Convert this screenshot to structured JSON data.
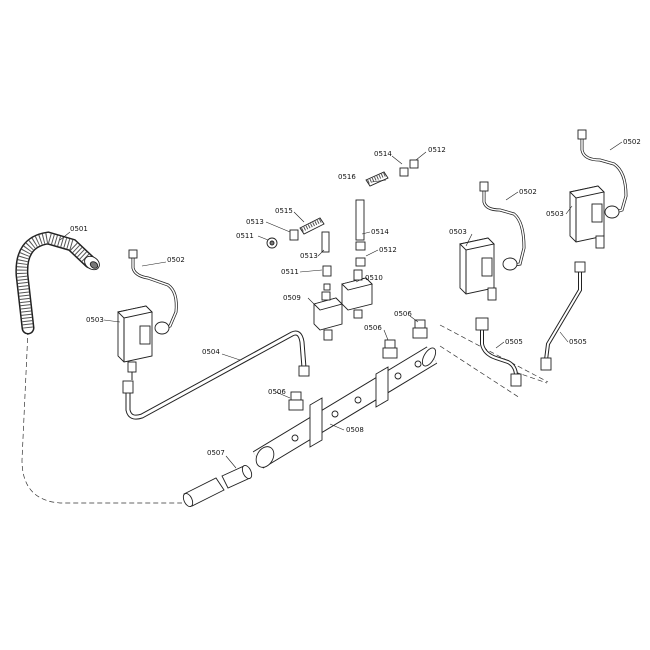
{
  "diagram": {
    "callouts": {
      "c0501": "0501",
      "c0502a": "0502",
      "c0502b": "0502",
      "c0502c": "0502",
      "c0503a": "0503",
      "c0503b": "0503",
      "c0503c": "0503",
      "c0504": "0504",
      "c0505a": "0505",
      "c0505b": "0505",
      "c0506a": "0506",
      "c0506b": "0506",
      "c0506c": "0506",
      "c0507": "0507",
      "c0508": "0508",
      "c0509": "0509",
      "c0510": "0510",
      "c0511a": "0511",
      "c0511b": "0511",
      "c0512a": "0512",
      "c0512b": "0512",
      "c0513a": "0513",
      "c0513b": "0513",
      "c0514a": "0514",
      "c0514b": "0514",
      "c0515": "0515",
      "c0516": "0516"
    }
  }
}
